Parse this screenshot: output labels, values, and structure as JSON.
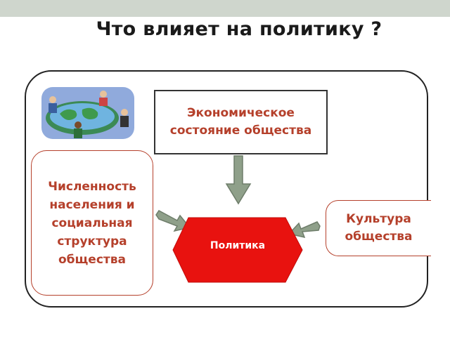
{
  "title": "Что влияет на политику ?",
  "boxes": {
    "economy": "Экономическое состояние общества",
    "population": "Численность населения и социальная структура общества",
    "culture": "Культура общества",
    "center": "Политика"
  },
  "colors": {
    "label_text": "#b5402b",
    "center_fill": "#e8120f",
    "arrow_fill": "#8fa08a",
    "top_bar": "#cfd6cd"
  },
  "icons": [
    "meeting-globe-clipart"
  ]
}
